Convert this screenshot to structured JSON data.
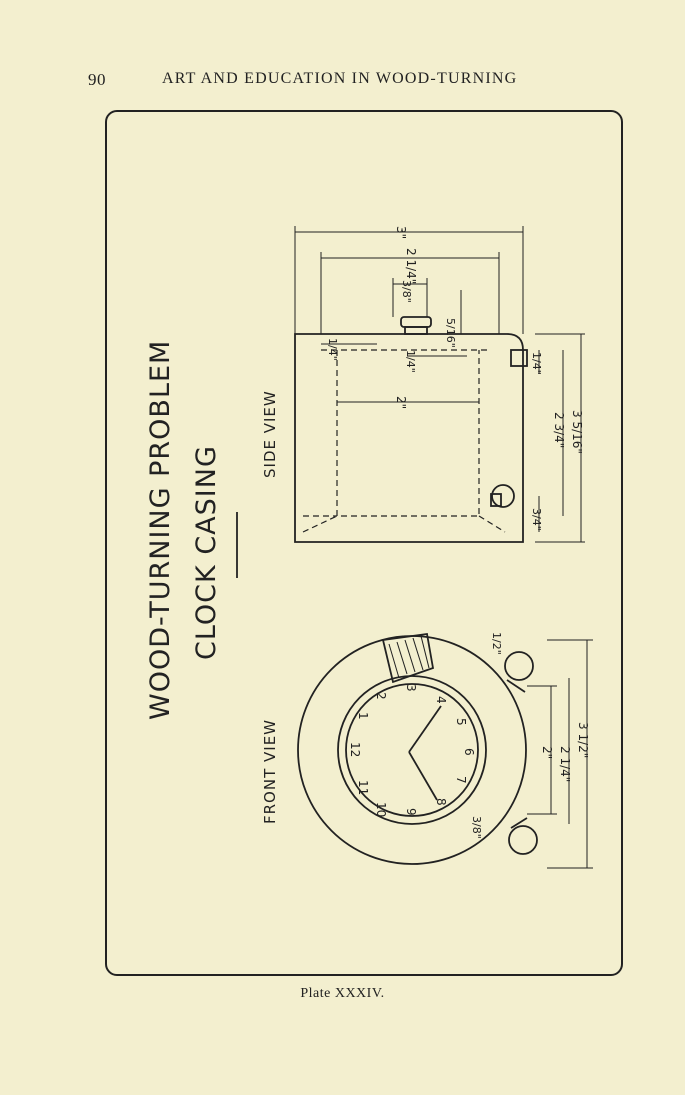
{
  "header": {
    "page_number": "90",
    "running_head": "ART AND EDUCATION IN WOOD-TURNING"
  },
  "drawing": {
    "title_line1": "WOOD-TURNING PROBLEM",
    "title_line2": "CLOCK CASING",
    "side_view_label": "SIDE VIEW",
    "front_view_label": "FRONT VIEW",
    "side_dims": {
      "overall_width": "3\"",
      "inner_width": "2 1/4\"",
      "knob_width": "3/8\"",
      "knob_height": "5/16\"",
      "recess": "1/4\"",
      "inner_span": "2\"",
      "inner_small": "1/4\"",
      "depth": "2 3/4\"",
      "overall_depth": "3 5/16\"",
      "foot_offset": "3/4\"",
      "top_offset": "1/4\""
    },
    "front_dims": {
      "ring_offset": "1/2\"",
      "dial": "2\"",
      "dial_outer": "2 1/4\"",
      "overall": "3 1/2\"",
      "foot_width": "3/8\""
    },
    "dial_numbers": [
      "12",
      "1",
      "2",
      "3",
      "4",
      "5",
      "6",
      "7",
      "8",
      "9",
      "10",
      "11"
    ]
  },
  "caption": "Plate XXXIV."
}
